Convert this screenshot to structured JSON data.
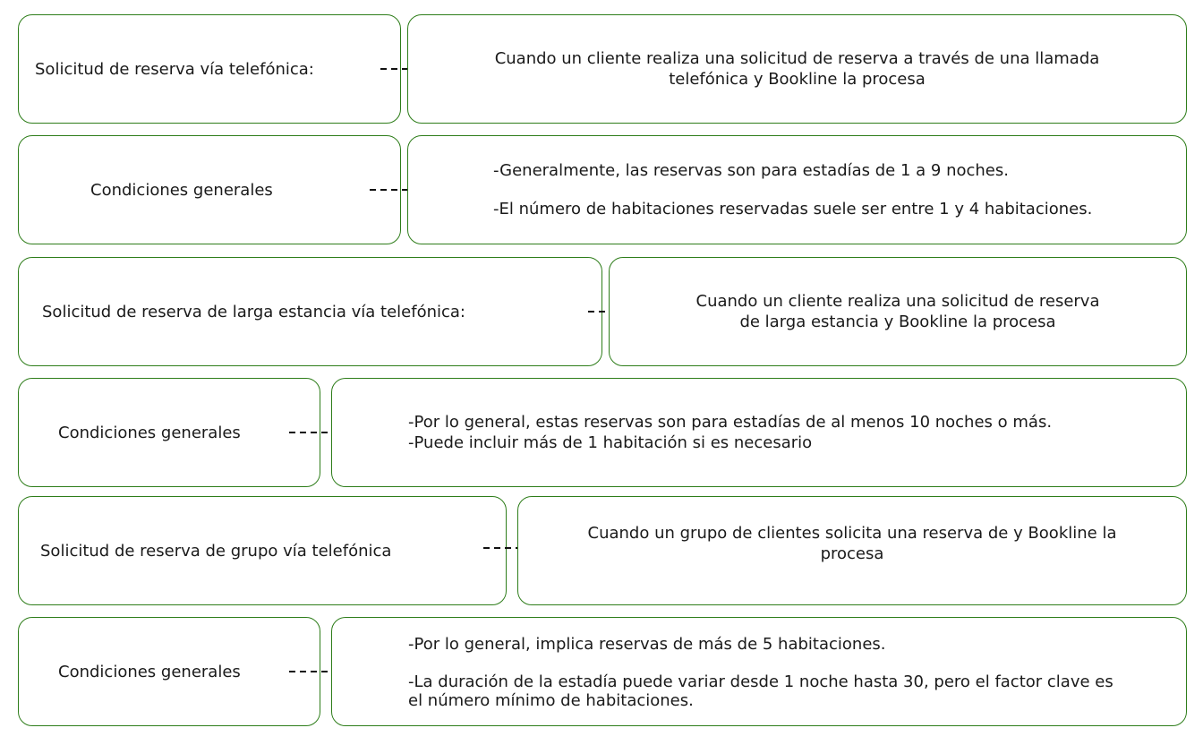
{
  "rows": [
    {
      "label": "Solicitud de reserva vía telefónica:",
      "text": [
        "Cuando un cliente realiza una solicitud de reserva a través de una llamada telefónica y Bookline la procesa"
      ]
    },
    {
      "label": "Condiciones generales",
      "text": [
        "-Generalmente, las reservas son para estadías de 1 a 9 noches.",
        "-El número de habitaciones reservadas suele ser entre 1 y 4 habitaciones."
      ]
    },
    {
      "label": "Solicitud de reserva de larga estancia vía telefónica:",
      "text": [
        "Cuando un cliente realiza una solicitud de reserva de larga estancia y Bookline la procesa"
      ]
    },
    {
      "label": "Condiciones generales",
      "text": [
        "-Por lo general, estas reservas son para estadías de al menos 10 noches o más.",
        "-Puede incluir más de 1 habitación si es necesario"
      ]
    },
    {
      "label": "Solicitud de reserva de grupo vía telefónica",
      "text": [
        "Cuando un grupo de clientes solicita una reserva de y Bookline la procesa"
      ]
    },
    {
      "label": "Condiciones generales",
      "text": [
        "-Por lo general, implica reservas de más de 5 habitaciones.",
        "-La duración de la estadía puede variar desde 1 noche hasta 30, pero el factor clave es el número mínimo de habitaciones."
      ]
    }
  ]
}
